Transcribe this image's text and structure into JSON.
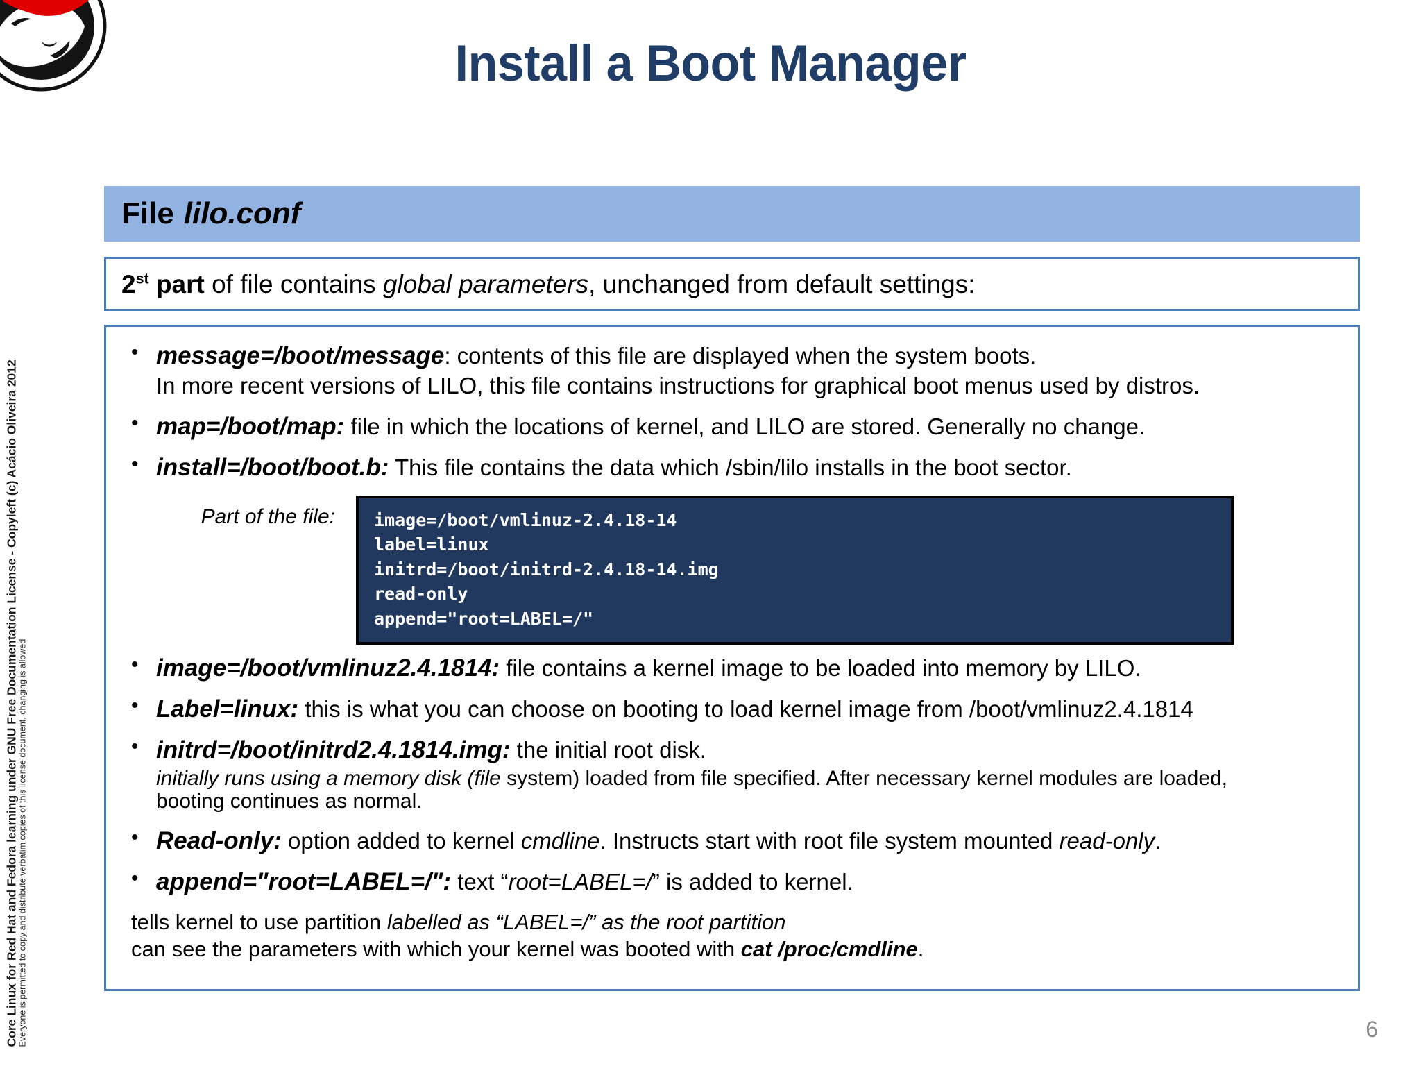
{
  "slide": {
    "title": "Install a Boot Manager",
    "page_number": "6",
    "logo_name": "red-hat-shadowman-logo",
    "accent_border": "#4a7ebb",
    "band_color": "#92b2e2",
    "title_color": "#1f3d66",
    "code_bg": "#21395e"
  },
  "license": {
    "main": "Core Linux for Red Hat and Fedora learning under GNU Free Documentation License  -  Copyleft (c) Acácio Oliveira 2012",
    "sub": "Everyone is permitted to copy and distribute verbatim copies of this license document, changing is allowed"
  },
  "file_band": {
    "label": "File",
    "filename": "lilo.conf"
  },
  "summary": {
    "ordinal": "2",
    "ordinal_suffix": "st",
    "bold_word": "part",
    "text_1": " of file contains ",
    "italic_1": "global parameters",
    "text_2": ", unchanged from default settings:"
  },
  "bullets": [
    {
      "keyword": "message=/boot/message",
      "rest": ": contents of this file are displayed when the system boots.",
      "second_line": "In more recent versions of LILO, this file contains instructions for graphical boot menus used by distros."
    },
    {
      "keyword": "map=/boot/map:",
      "rest": "  file in which the locations of kernel, and LILO are stored. Generally no change."
    },
    {
      "keyword": "install=/boot/boot.b:",
      "rest": " This file contains the data which /sbin/lilo installs in the boot sector."
    },
    {
      "keyword": " image=/boot/vmlinuz2.4.1814:",
      "rest": " file contains a kernel image to be loaded into memory by LILO."
    },
    {
      "keyword": "Label=linux:",
      "rest": " this is what you can choose on booting to load kernel image from /boot/vmlinuz2.4.1814"
    },
    {
      "keyword": " initrd=/boot/initrd2.4.1814.img:",
      "rest": " the initial root disk.",
      "italic_note_a": "initially runs using a memory disk (file",
      "italic_note_b": " system) loaded from file specified. After necessary kernel modules are loaded,",
      "italic_note_c": "booting continues as normal."
    },
    {
      "keyword": "Read-only:",
      "rest_a": " option added to kernel ",
      "rest_italic": "cmdline",
      "rest_b": ". Instructs start with root file system mounted ",
      "rest_italic_2": "read-only",
      "rest_c": "."
    },
    {
      "keyword": "append=\"root=LABEL=/\":",
      "rest_a": " text “",
      "rest_italic": "root=LABEL=/",
      "rest_b": "” is added to kernel."
    }
  ],
  "code_block": {
    "label": "Part of the file:",
    "lines": [
      "image=/boot/vmlinuz-2.4.18-14",
      "label=linux",
      "initrd=/boot/initrd-2.4.18-14.img",
      "read-only",
      "append=\"root=LABEL=/\""
    ]
  },
  "tail_lines": {
    "line1_a": "tells kernel to use partition ",
    "line1_italic": "labelled as “LABEL=/” as the root partition",
    "line2_a": "can see the parameters with which your kernel was booted with ",
    "line2_bold": "cat /proc/cmdline",
    "line2_b": "."
  }
}
